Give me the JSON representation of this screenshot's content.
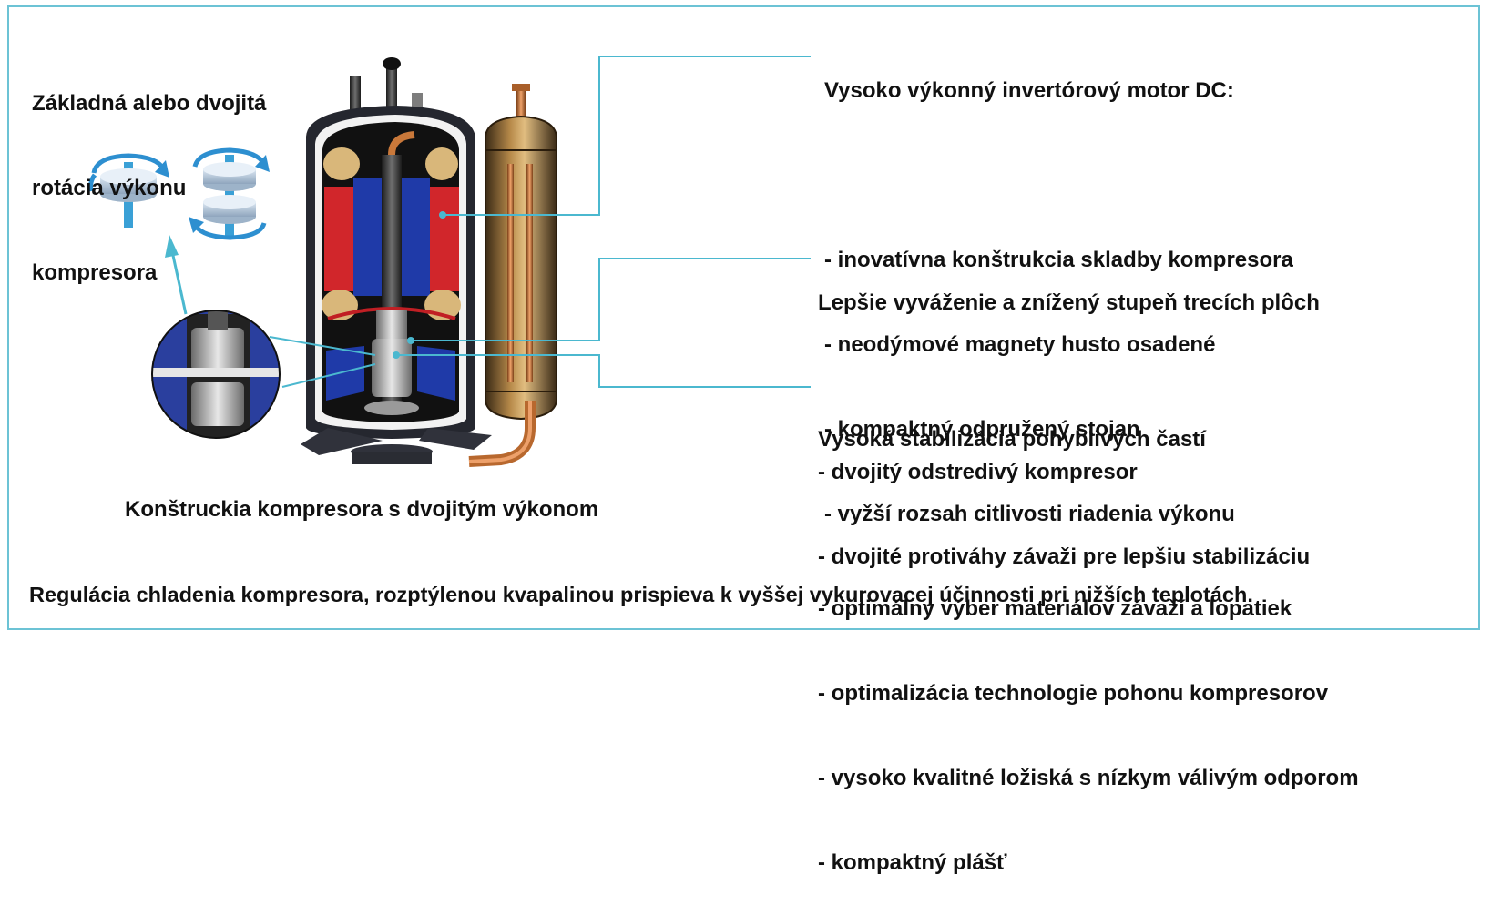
{
  "title_left": [
    "Základná alebo dvojitá",
    "rotácia výkonu",
    "kompresora"
  ],
  "caption": "Konštruckia kompresora s dvojitým výkonom",
  "footer": "Regulácia chladenia kompresora, rozptýlenou kvapalinou prispieva k vyššej vykurovacej účinnosti pri nižších teplotách.",
  "blocks": [
    {
      "heading": "Vysoko výkonný invertórový motor DC:",
      "items": [
        "- inovatívna konštrukcia skladby kompresora",
        "- neodýmové magnety husto osadené",
        "- kompaktný odpružený stojan",
        "- vyžší rozsah citlivosti riadenia výkonu"
      ]
    },
    {
      "heading": "Lepšie vyváženie a znížený stupeň trecích plôch",
      "items": [
        "- dvojitý odstredivý kompresor",
        "- dvojité protiváhy závaži pre lepšiu stabilizáciu"
      ]
    },
    {
      "heading": "Vysoká stabilizácia pohyblivých častí",
      "items": [
        "- optimálny výber materiálov závaží a lopatiek",
        "- optimalizácia technologie pohonu kompresorov",
        "- vysoko kvalitné ložiská s nízkym válivým odporom",
        "- kompaktný plášť"
      ]
    }
  ],
  "colors": {
    "accent": "#4bb8cf",
    "stator_red": "#d1262b",
    "magnet_blue": "#1f3aa8",
    "shell": "#25272f",
    "copper": "#c9783a"
  }
}
